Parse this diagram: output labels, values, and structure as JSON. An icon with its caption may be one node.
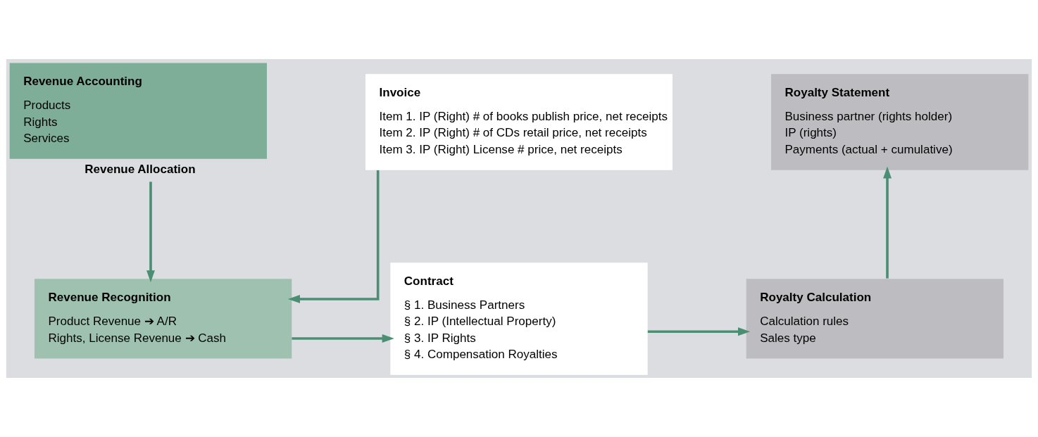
{
  "diagram": {
    "nodes": [
      {
        "text": [
          "Revenue Accounting",
          "Products",
          "Rights",
          "Services"
        ],
        "beside": [
          "Revenue Allocation"
        ]
      },
      {
        "text": [
          "Invoice",
          "Item 1. IP (Right) # of books publish price, net receipts",
          "Item 2. IP (Right) # of CDs retail price, net receipts",
          "Item 3. IP (Right) License # price, net receipts"
        ]
      },
      {
        "text": [
          "Royalty Statement",
          "Business partner (rights holder)",
          "IP (rights)",
          "Payments (actual + cumulative)"
        ]
      },
      {
        "text": [
          "Revenue Recognition",
          "Product Revenue ➔ A/R",
          "Rights, License Revenue ➔ Cash"
        ]
      },
      {
        "text": [
          "Contract",
          "§ 1. Business Partners",
          "§ 2. IP (Intellectual Property)",
          "§ 3. IP Rights",
          "§ 4. Compensation Royalties"
        ]
      },
      {
        "text": [
          "Royalty Calculation",
          "Calculation rules",
          "Sales type"
        ]
      }
    ],
    "edges": [
      {
        "from": 0,
        "to": 3,
        "arrow": "to"
      },
      {
        "from": 1,
        "to": 3,
        "arrow": "to"
      },
      {
        "from": 3,
        "to": 4,
        "arrow": "to"
      },
      {
        "from": 4,
        "to": 5,
        "arrow": "to"
      },
      {
        "from": 5,
        "to": 2,
        "arrow": "to"
      }
    ]
  }
}
